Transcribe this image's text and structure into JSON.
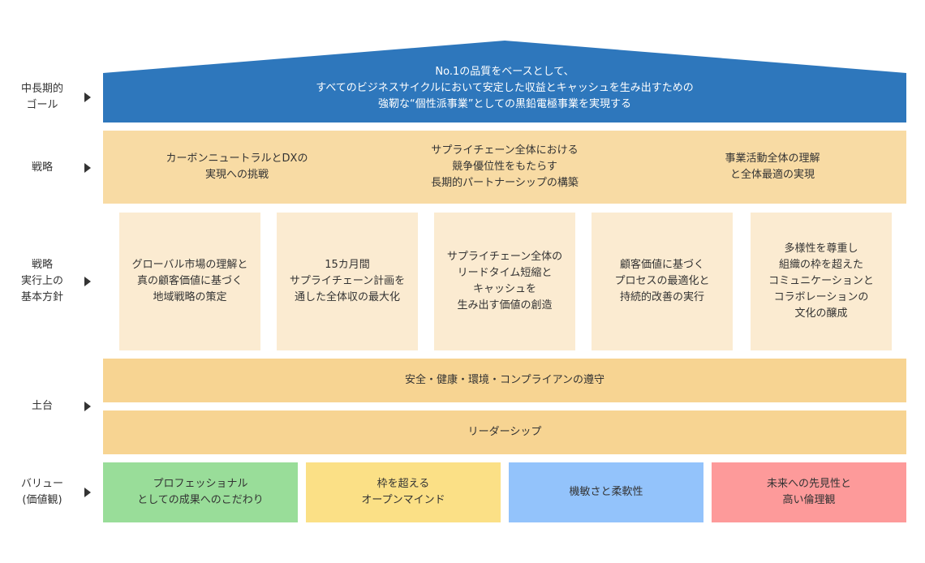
{
  "rows": {
    "goal_label": "中長期的\nゴール",
    "strategy_label": "戦略",
    "policy_label": "戦略\n実行上の\n基本方針",
    "foundation_label": "土台",
    "values_label": "バリュー\n(価値観)"
  },
  "goal": {
    "text": "No.1の品質をベースとして、\nすべてのビジネスサイクルにおいて安定した収益とキャッシュを生み出すための\n強靭な“個性派事業”としての黒鉛電極事業を実現する",
    "color": "#2e77bc"
  },
  "strategies": [
    "カーボンニュートラルとDXの\n実現への挑戦",
    "サプライチェーン全体における\n競争優位性をもたらす\n長期的パートナーシップの構築",
    "事業活動全体の理解\nと全体最適の実現"
  ],
  "policies": [
    "グローバル市場の理解と\n真の顧客価値に基づく\n地域戦略の策定",
    "15カ月間\nサプライチェーン計画を\n通した全体収の最大化",
    "サプライチェーン全体の\nリードタイム短縮と\nキャッシュを\n生み出す価値の創造",
    "顧客価値に基づく\nプロセスの最適化と\n持続的改善の実行",
    "多様性を尊重し\n組織の枠を超えた\nコミュニケーションと\nコラボレーションの\n文化の醸成"
  ],
  "foundation": [
    "安全・健康・環境・コンプライアンの遵守",
    "リーダーシップ"
  ],
  "values": [
    {
      "text": "プロフェッショナル\nとしての成果へのこだわり",
      "color": "#99dd99"
    },
    {
      "text": "枠を超える\nオープンマインド",
      "color": "#fbe086"
    },
    {
      "text": "機敏さと柔軟性",
      "color": "#93c3fb"
    },
    {
      "text": "未来への先見性と\n高い倫理観",
      "color": "#fd9a9a"
    }
  ]
}
